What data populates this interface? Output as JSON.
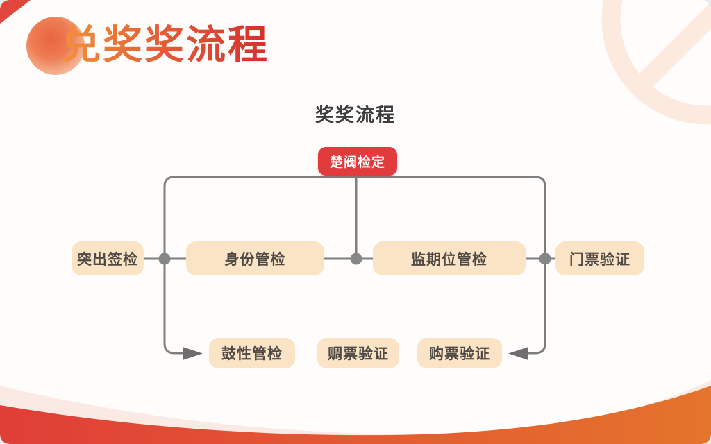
{
  "page": {
    "title": "兑奖奖流程",
    "subtitle": "奖奖流程"
  },
  "flowchart": {
    "root": {
      "label": "楚阀检定"
    },
    "middle_row": [
      {
        "label": "突出签检"
      },
      {
        "label": "身份管检"
      },
      {
        "label": "监期位管检"
      },
      {
        "label": "门票验证"
      }
    ],
    "bottom_row": [
      {
        "label": "鼓性管检"
      },
      {
        "label": "赒票验证"
      },
      {
        "label": "购票验证"
      }
    ]
  },
  "colors": {
    "accent_red": "#e23b3d",
    "node_background": "#fbe4c6",
    "node_text": "#4f4a44",
    "connector_gray": "#7e7e7e",
    "title_gradient_start": "#f0923a",
    "title_gradient_end": "#d52f2c",
    "wave_gradient_start": "#e03e37",
    "wave_gradient_end": "#e5742c",
    "watermark_peach": "#fceade"
  },
  "icons": {
    "sun_circle": "decorative gradient circle",
    "prohibition_watermark": "circle with diagonal slash",
    "corner_accent": "red corner triangle"
  }
}
